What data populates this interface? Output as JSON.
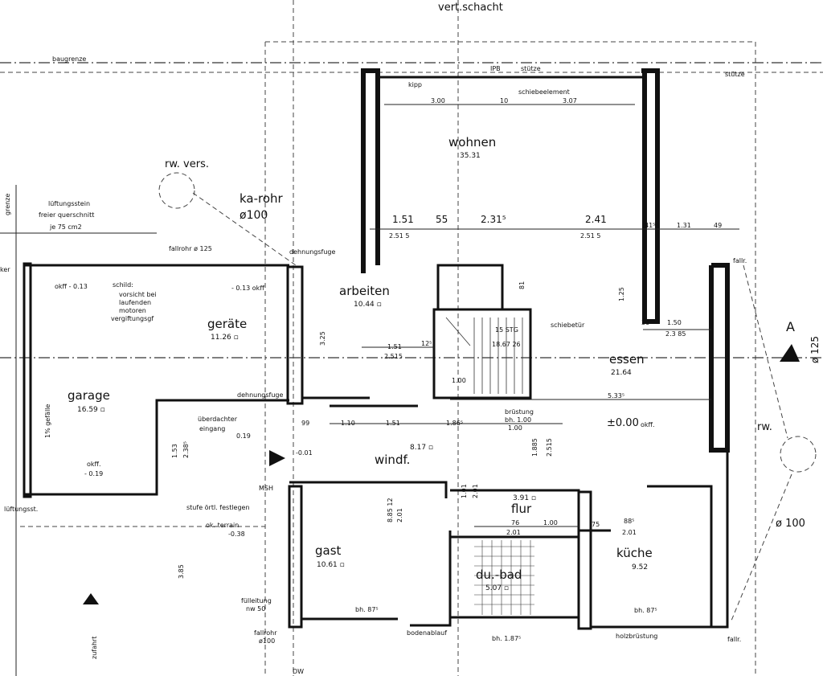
{
  "header": {
    "top_label": "vert.schacht"
  },
  "site": {
    "baugrenze": "baugrenze",
    "grenze": "grenze",
    "zufahrt": "zufahrt",
    "stuetze_top": "stütze",
    "stuetze_right": "stütze",
    "ipb": "IPB",
    "section_marker": "A",
    "section_value": "ø 125"
  },
  "rooms": [
    {
      "key": "wohnen",
      "name": "wohnen",
      "area": "35.31"
    },
    {
      "key": "arbeiten",
      "name": "arbeiten",
      "area": "10.44 ▫"
    },
    {
      "key": "geraete",
      "name": "geräte",
      "area": "11.26 ▫"
    },
    {
      "key": "garage",
      "name": "garage",
      "area": "16.59 ▫"
    },
    {
      "key": "essen",
      "name": "essen",
      "area": "21.64"
    },
    {
      "key": "windf",
      "name": "windf.",
      "area": "8.17 ▫"
    },
    {
      "key": "flur",
      "name": "flur",
      "area": "3.91 ▫"
    },
    {
      "key": "gast",
      "name": "gast",
      "area": "10.61 ▫"
    },
    {
      "key": "dubad",
      "name": "du.-bad",
      "area": "5.07 ▫"
    },
    {
      "key": "kueche",
      "name": "küche",
      "area": "9.52"
    }
  ],
  "notes": {
    "rw_vers": "rw. vers.",
    "ka_rohr": "ka-rohr",
    "ka_rohr_d": "ø100",
    "lueftungsstein_1": "lüftungsstein",
    "lueftungsstein_2": "freier querschnitt",
    "lueftungsstein_3": "je 75 cm2",
    "fallrohr": "fallrohr  ø 125",
    "dehnungsfuge": "dehnungsfuge",
    "dehnungsfuge_2": "dehnungsfuge",
    "okff_013": "okff - 0.13",
    "okff_013b": "- 0.13 okff",
    "schild": "schild:",
    "schild_2": "vorsicht bei",
    "schild_3": "laufenden",
    "schild_4": "motoren",
    "schild_5": "vergiftungsgf",
    "gefaelle": "1% gefälle",
    "okff_019": "okff.",
    "okff_019b": "- 0.19",
    "lueftungsst": "lüftungsst.",
    "ueberdachter": "überdachter",
    "eingang": "eingang",
    "eingang_val": "0.19",
    "val_001": "-0.01",
    "msh": "MSH",
    "stufe": "stufe örtl. festlegen",
    "ok_terrain": "ok. terrain",
    "ok_terrain_val": "-0.38",
    "fuelleitung": "fülleitung",
    "fuelleitung_2": "nw 50",
    "fallrohr_2": "fallrohr",
    "fallrohr_2b": "ø100",
    "stg": "15 STG",
    "stg_2": "18.67 26",
    "schiebetuer": "schiebetür",
    "bruestung": "brüstung",
    "bruestung_2": "bh. 1.00",
    "bruestung_3": "1.00",
    "zero": "±0.00",
    "zero_b": "okff.",
    "kipp": "kipp",
    "schiebeelement": "schiebeelement",
    "rw": "rw.",
    "rw_d": "ø 100",
    "fallr_1": "fallr.",
    "fallr_2": "fallr.",
    "bodenablauf": "bodenablauf",
    "holzbruestung": "holzbrüstung",
    "bh_gast": "bh. 87⁵",
    "bh_bad": "bh. 1.87⁵",
    "bh_kueche": "bh. 87⁵",
    "dw": "DW",
    "kex": "ker"
  },
  "dimensions": {
    "d_300": "3.00",
    "d_10": "10",
    "d_307": "3.07",
    "d_151": "1.51",
    "d_2515a": "2.51 5",
    "d_55": "55",
    "d_2315": "2.31⁵",
    "d_241": "2.41",
    "d_2515b": "2.51 5",
    "d_415": "41⁵",
    "d_131": "1.31",
    "d_49": "49",
    "d_81": "81",
    "d_125": "1.25",
    "d_150": "1.50",
    "d_30": "30",
    "d_2385": "2.3 85",
    "d_325": "3.25",
    "d_151b": "1.51",
    "d_2515c": "2.515",
    "d_125b": "12⁵",
    "d_100": "1.00",
    "d_5335": "5.33⁵",
    "d_99": "99",
    "d_110": "1.10",
    "d_151c": "1.51",
    "d_1865": "1.86⁵",
    "d_1885": "1.885",
    "d_2515d": "2.515",
    "d_101": "1.01",
    "d_201": "2.01",
    "d_8851": "8.85 12",
    "d_201b": "2.01",
    "d_76": "76",
    "d_100b": "1.00",
    "d_201c": "2.01",
    "d_75": "75",
    "d_885": "88⁵",
    "d_201d": "2.01",
    "d_153": "1.53",
    "d_2385b": "2.38⁵",
    "d_385": "3.85"
  }
}
